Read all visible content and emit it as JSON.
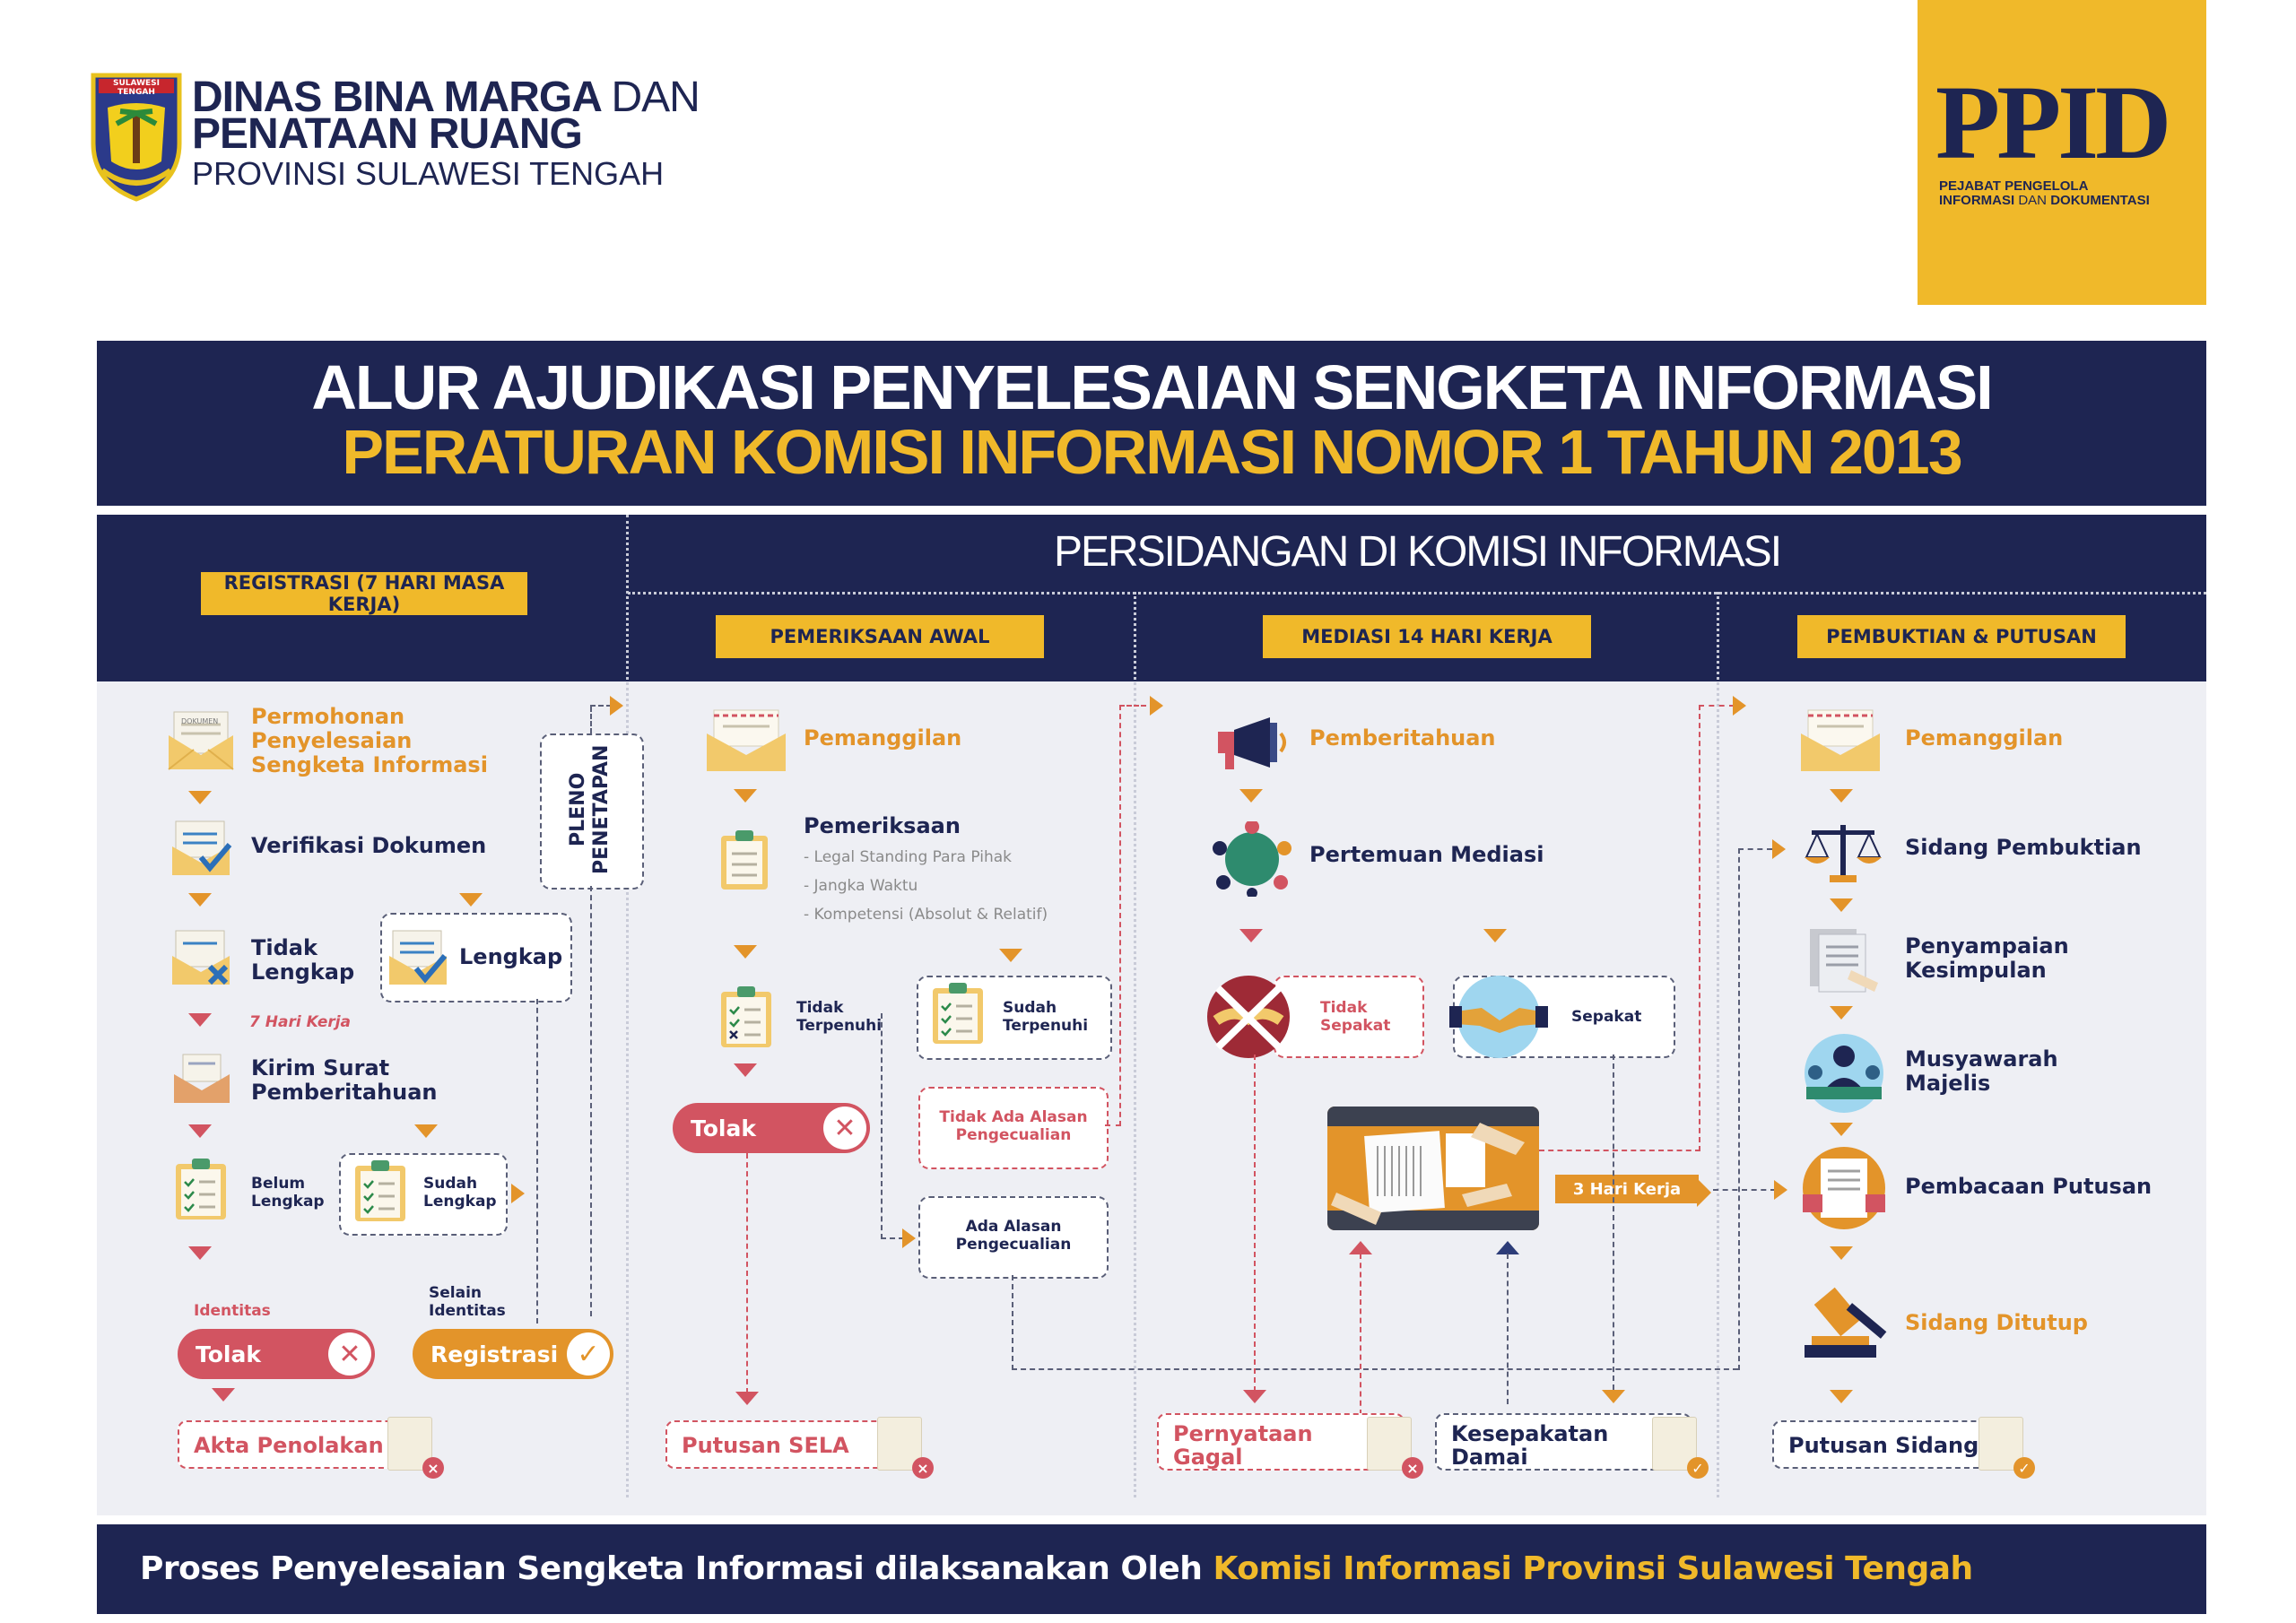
{
  "header": {
    "org_line1": "DINAS BINA MARGA",
    "org_line1_suffix": "DAN",
    "org_line2": "PENATAAN RUANG",
    "org_line3": "PROVINSI SULAWESI TENGAH",
    "crest_label": "SULAWESI TENGAH",
    "ppid_logo": "PPID",
    "ppid_line1": "PEJABAT PENGELOLA",
    "ppid_line2a": "INFORMASI",
    "ppid_line2b": "DAN",
    "ppid_line2c": "DOKUMENTASI"
  },
  "title": {
    "line1": "ALUR AJUDIKASI PENYELESAIAN SENGKETA INFORMASI",
    "line2": "PERATURAN KOMISI INFORMASI NOMOR 1 TAHUN 2013"
  },
  "phases": {
    "persidangan": "PERSIDANGAN DI KOMISI INFORMASI",
    "registrasi": "REGISTRASI (7 HARI MASA KERJA)",
    "pemeriksaan_awal": "PEMERIKSAAN AWAL",
    "mediasi": "MEDIASI 14 HARI KERJA",
    "pembuktian": "PEMBUKTIAN & PUTUSAN"
  },
  "col1": {
    "permohonan": "Permohonan Penyelesaian Sengketa Informasi",
    "doc_label": "DOKUMEN",
    "verifikasi": "Verifikasi Dokumen",
    "tidak_lengkap": "Tidak Lengkap",
    "lengkap": "Lengkap",
    "hari_kerja": "7 Hari Kerja",
    "kirim_surat": "Kirim Surat Pemberitahuan",
    "belum_lengkap": "Belum Lengkap",
    "sudah_lengkap": "Sudah Lengkap",
    "identitas": "Identitas",
    "selain_identitas": "Selain Identitas",
    "tolak": "Tolak",
    "registrasi": "Registrasi",
    "akta_penolakan": "Akta Penolakan",
    "pleno": "PLENO PENETAPAN"
  },
  "col2": {
    "pemanggilan": "Pemanggilan",
    "pemeriksaan": "Pemeriksaan",
    "items": [
      "- Legal Standing Para Pihak",
      "- Jangka Waktu",
      "- Kompetensi (Absolut & Relatif)"
    ],
    "tidak_terpenuhi": "Tidak Terpenuhi",
    "sudah_terpenuhi": "Sudah Terpenuhi",
    "tidak_ada_alasan": "Tidak Ada Alasan Pengecualian",
    "ada_alasan": "Ada Alasan Pengecualian",
    "tolak": "Tolak",
    "putusan_sela": "Putusan SELA"
  },
  "col3": {
    "pemberitahuan": "Pemberitahuan",
    "pertemuan_mediasi": "Pertemuan Mediasi",
    "tidak_sepakat": "Tidak Sepakat",
    "sepakat": "Sepakat",
    "hari_kerja": "3 Hari Kerja",
    "pernyataan_gagal": "Pernyataan Gagal",
    "kesepakatan_damai": "Kesepakatan Damai"
  },
  "col4": {
    "pemanggilan": "Pemanggilan",
    "sidang_pembuktian": "Sidang Pembuktian",
    "penyampaian": "Penyampaian Kesimpulan",
    "musyawarah": "Musyawarah Majelis",
    "pembacaan": "Pembacaan Putusan",
    "sidang_ditutup": "Sidang Ditutup",
    "putusan_sidang": "Putusan Sidang"
  },
  "footer": {
    "text": "Proses Penyelesaian Sengketa Informasi dilaksanakan Oleh",
    "highlight": "Komisi Informasi Provinsi Sulawesi Tengah"
  },
  "colors": {
    "navy": "#1e2552",
    "gold": "#f0b92a",
    "orange": "#e3942a",
    "red": "#d25461",
    "panel": "#eeeff4"
  }
}
